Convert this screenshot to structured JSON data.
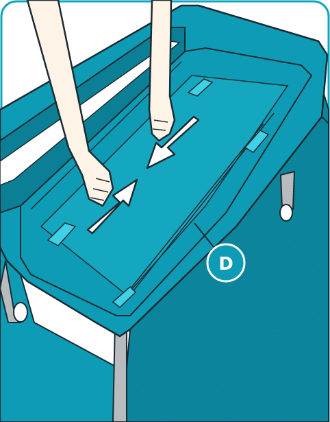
{
  "figure": {
    "callout_label": "D",
    "colors": {
      "fabric": "#0e9bb5",
      "fabric_dark": "#0b7f95",
      "fabric_light": "#2ab4cb",
      "accent_tab": "#3fd1e8",
      "frame": "#b9bcbf",
      "outline": "#1a2a30",
      "skin": "#fdf3e7",
      "panel_border": "#0fa5c0"
    },
    "arrows": [
      "push-inward-right",
      "push-inward-left"
    ]
  }
}
